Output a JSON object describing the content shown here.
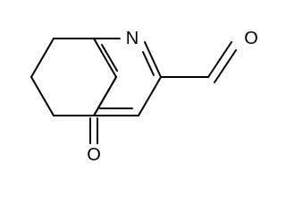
{
  "molecule": {
    "atoms": {
      "ring_nitrogen": "N",
      "aldehyde_oxygen": "O",
      "ketone_oxygen": "O"
    }
  },
  "colors": {
    "background": "#ffffff",
    "ink": "#000000"
  }
}
